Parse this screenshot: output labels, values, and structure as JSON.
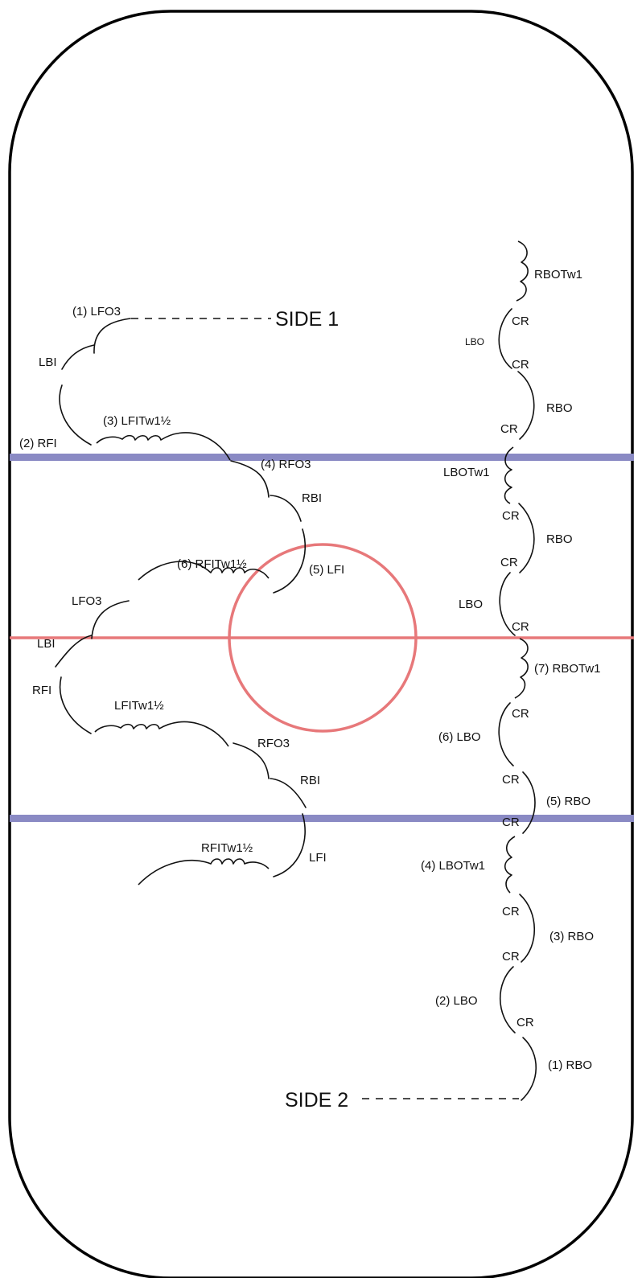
{
  "colors": {
    "blue_line": "#8a8ac4",
    "red_line": "#e7787a",
    "board": "#000000",
    "tracing": "#111111"
  },
  "sides": {
    "side1": "SIDE 1",
    "side2": "SIDE 2"
  },
  "left_pattern": {
    "first_half": [
      "(1) LFO3",
      "LBI",
      "(2) RFI",
      "(3) LFITw1½",
      "(4) RFO3",
      "RBI",
      "(5) LFI",
      "(6) RFITw1½"
    ],
    "second_half": [
      "LFO3",
      "LBI",
      "RFI",
      "LFITw1½",
      "RFO3",
      "RBI",
      "LFI",
      "RFITw1½"
    ]
  },
  "right_pattern": {
    "upper": [
      "RBOTw1",
      "CR",
      "LBO",
      "CR",
      "RBO",
      "CR",
      "LBOTw1",
      "CR",
      "RBO",
      "CR",
      "LBO",
      "CR"
    ],
    "lower": [
      "(7) RBOTw1",
      "CR",
      "(6) LBO",
      "CR",
      "(5) RBO",
      "CR",
      "(4) LBOTw1",
      "CR",
      "(3) RBO",
      "CR",
      "(2) LBO",
      "CR",
      "(1) RBO"
    ]
  }
}
